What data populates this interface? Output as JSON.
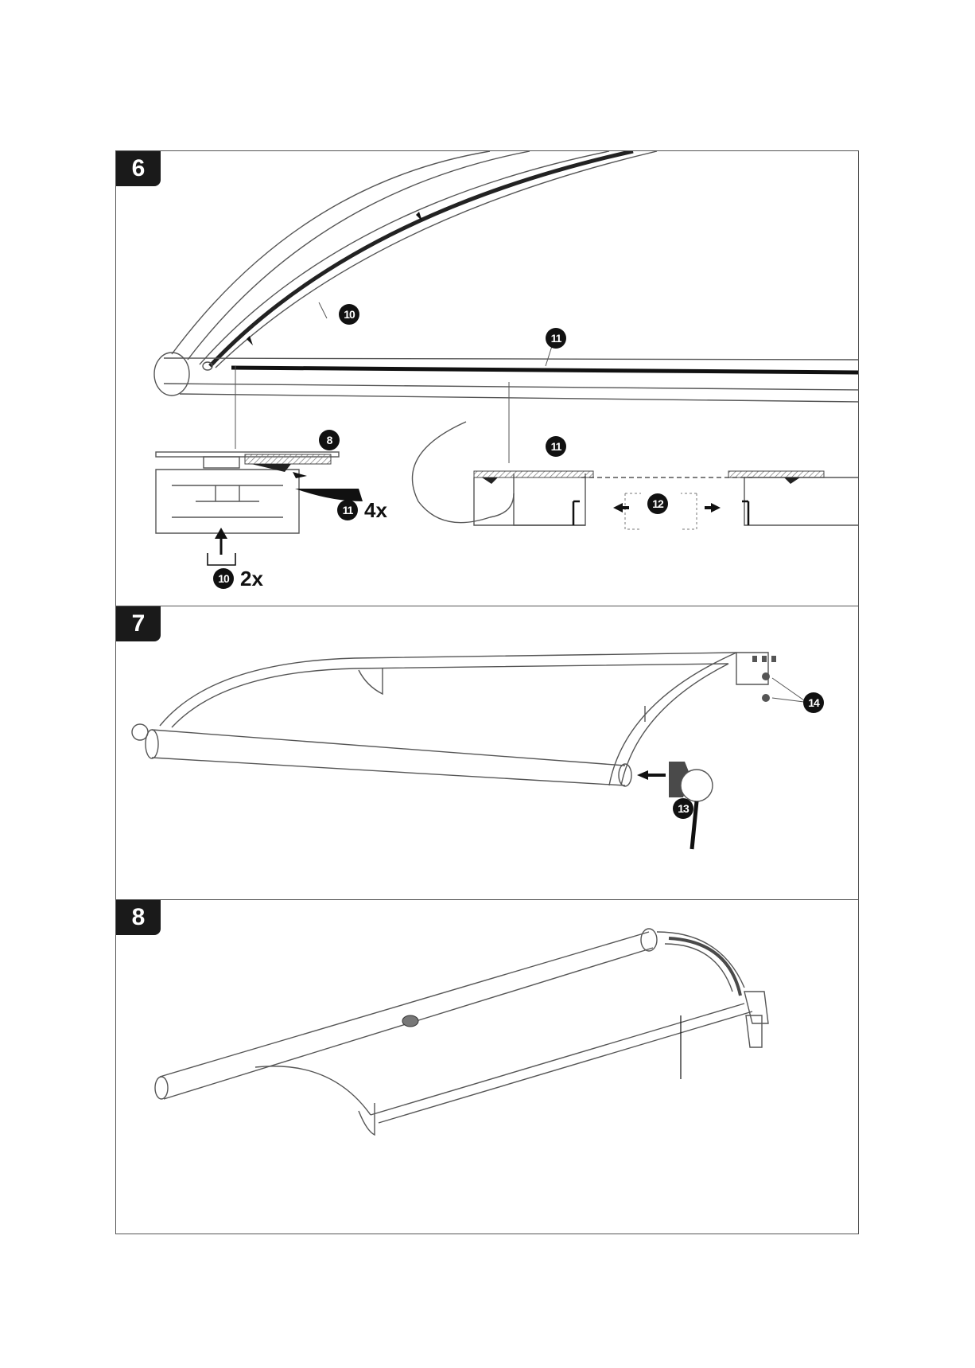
{
  "steps": [
    {
      "number": "6",
      "callouts": [
        "10",
        "11",
        "8",
        "11",
        "12",
        "11",
        "10"
      ],
      "quantities": [
        "4x",
        "2x"
      ]
    },
    {
      "number": "7",
      "callouts": [
        "14",
        "13"
      ]
    },
    {
      "number": "8"
    }
  ],
  "colors": {
    "ink": "#1a1a1a",
    "line": "#555555",
    "fill_dark": "#4a4a4a",
    "hatch": "#777777"
  }
}
